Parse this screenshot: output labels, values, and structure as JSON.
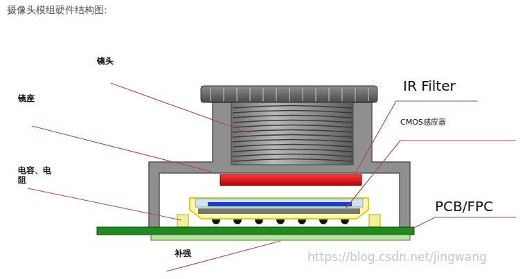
{
  "diagram": {
    "title": "摄像头模组硬件结构图:",
    "labels": [
      "镜头",
      "镜座",
      "IR Filter",
      "CMOS感应器",
      "电容、电阻",
      "PCB/FPC",
      "补强",
      "https://blog.csdn.net/jingwang"
    ]
  }
}
